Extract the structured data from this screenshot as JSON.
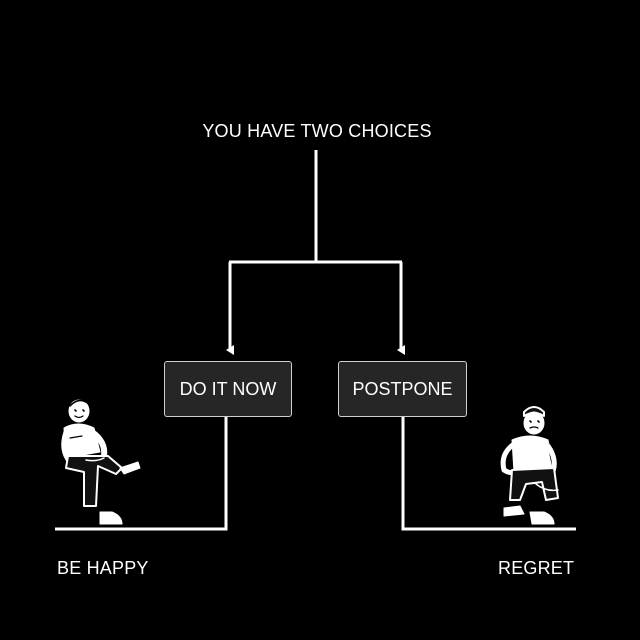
{
  "diagram": {
    "title": "YOU HAVE TWO CHOICES",
    "choices": [
      {
        "label": "DO IT NOW",
        "outcome": "BE HAPPY"
      },
      {
        "label": "POSTPONE",
        "outcome": "REGRET"
      }
    ]
  },
  "colors": {
    "background": "#000000",
    "lines": "#ffffff",
    "box_fill": "#262626",
    "box_border": "#cfcfcf"
  },
  "illustrations": {
    "left": "relaxed-sitting-person",
    "right": "sad-crouching-person"
  }
}
